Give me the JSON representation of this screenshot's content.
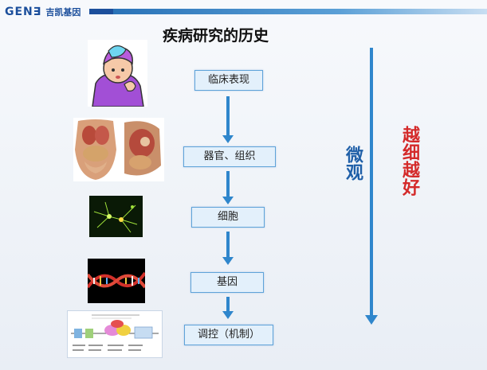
{
  "header": {
    "logo_mark": "GEN∃",
    "logo_name": "吉凯基因"
  },
  "title": "疾病研究的历史",
  "steps": [
    {
      "label": "临床表现"
    },
    {
      "label": "器官、组织"
    },
    {
      "label": "细胞"
    },
    {
      "label": "基因"
    },
    {
      "label": "调控（机制）"
    }
  ],
  "side_labels": {
    "micro": "微观",
    "finer": "越细越好"
  },
  "colors": {
    "accent": "#2f86cc",
    "red_text": "#d42a2a",
    "blue_text": "#1f5fa8"
  }
}
